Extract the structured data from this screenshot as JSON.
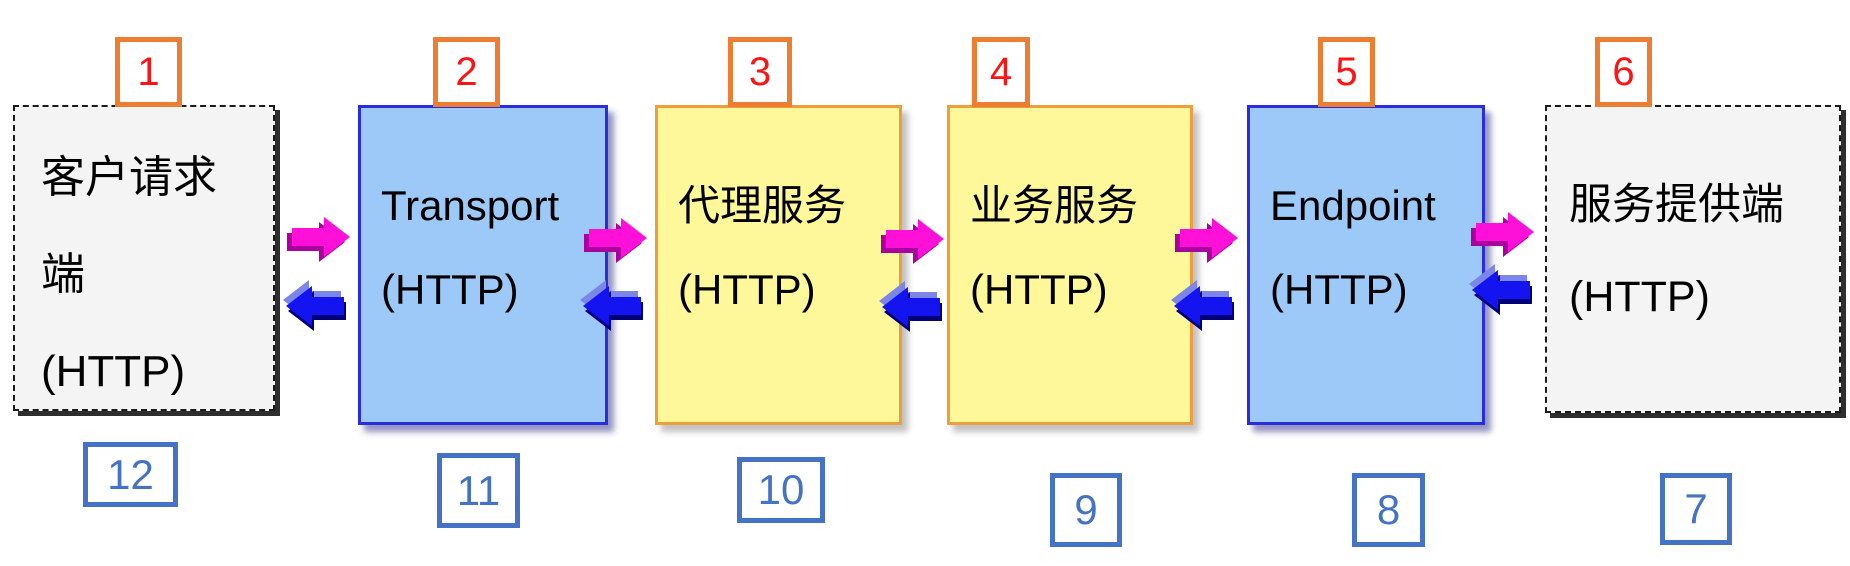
{
  "diagram": {
    "title_semantic": "HTTP request/response flow through SOA layers",
    "units": [
      {
        "top_number": "1",
        "bottom_number": "12",
        "lines": [
          "客户请求",
          "端",
          "(HTTP)"
        ],
        "variant": "gray"
      },
      {
        "top_number": "2",
        "bottom_number": "11",
        "lines": [
          "Transport",
          "(HTTP)"
        ],
        "variant": "blue"
      },
      {
        "top_number": "3",
        "bottom_number": "10",
        "lines": [
          "代理服务",
          "(HTTP)"
        ],
        "variant": "yellow"
      },
      {
        "top_number": "4",
        "bottom_number": "9",
        "lines": [
          "业务服务",
          "(HTTP)"
        ],
        "variant": "yellow"
      },
      {
        "top_number": "5",
        "bottom_number": "8",
        "lines": [
          "Endpoint",
          "(HTTP)"
        ],
        "variant": "blue"
      },
      {
        "top_number": "6",
        "bottom_number": "7",
        "lines": [
          "服务提供端",
          "(HTTP)"
        ],
        "variant": "gray"
      }
    ],
    "icons": {
      "forward_arrow": "magenta-right-arrow",
      "return_arrow": "blue-left-arrow"
    },
    "colors": {
      "background": "#FFFFFF",
      "text": "#000000",
      "box_blue_fill": "#9CC9F7",
      "box_blue_border": "#2B2BE0",
      "box_yellow_fill": "#FFF89B",
      "box_yellow_border": "#EE9F3C",
      "box_gray_fill": "#F4F4F4",
      "box_gray_border": "#1A1A1A",
      "top_badge_border": "#ED7D31",
      "top_badge_number": "#FF1212",
      "bottom_badge_border": "#4472C4",
      "bottom_badge_number": "#4472C4",
      "forward_arrow_fill": "#FF10D8",
      "forward_arrow_shadow": "#AA00A0",
      "return_arrow_fill": "#1414F0",
      "return_arrow_highlight": "#7B86E8",
      "return_arrow_shadow": "#000078"
    }
  }
}
